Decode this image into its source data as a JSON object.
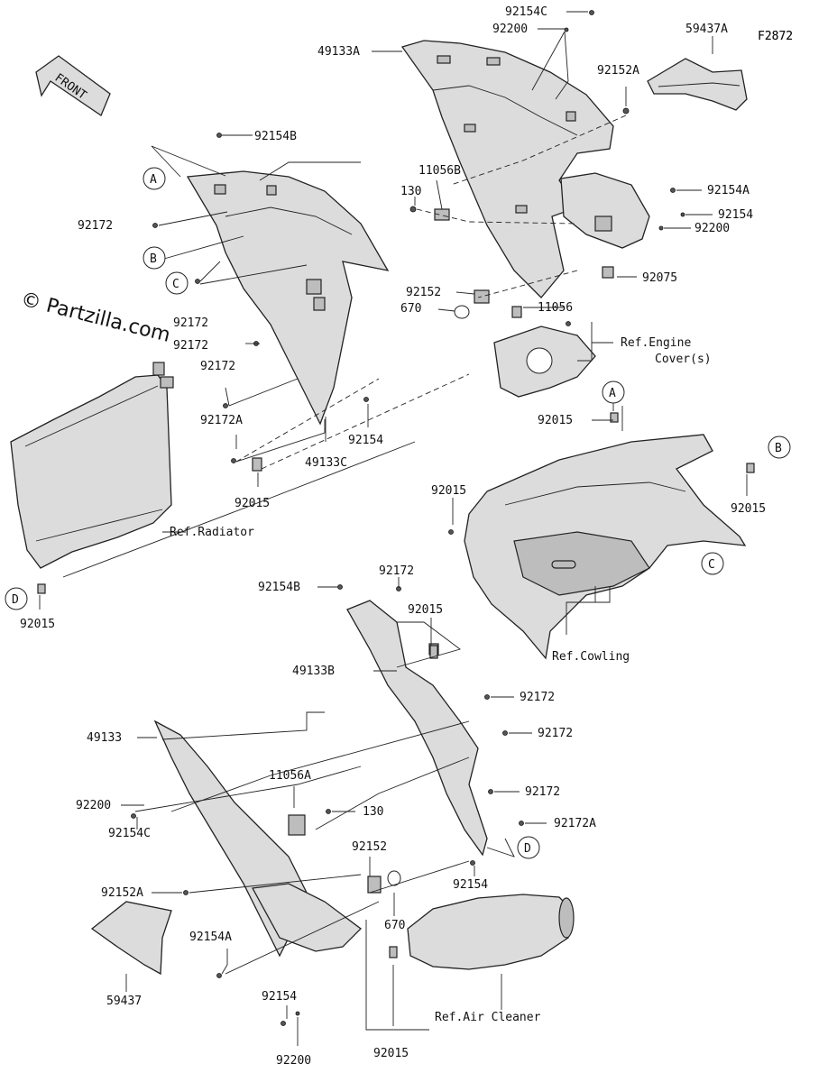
{
  "figure_code": "F2872",
  "watermark": "© Partzilla.com",
  "front_label": "FRONT",
  "labels": {
    "l_92154C_top": "92154C",
    "l_92200_top": "92200",
    "l_49133A": "49133A",
    "l_59437A": "59437A",
    "l_92152A_top": "92152A",
    "l_92154B_top": "92154B",
    "l_92172_a": "92172",
    "l_11056B": "11056B",
    "l_130_top": "130",
    "l_92154A_top": "92154A",
    "l_92154_right": "92154",
    "l_92200_right": "92200",
    "l_92075": "92075",
    "l_92152_mid": "92152",
    "l_670_mid": "670",
    "l_11056": "11056",
    "l_92172_b": "92172",
    "l_92172_c": "92172",
    "l_ref_engine_1": "Ref.Engine",
    "l_ref_engine_2": "Cover(s)",
    "l_92172_d": "92172",
    "l_92172A_left": "92172A",
    "l_92154_mid": "92154",
    "l_49133C": "49133C",
    "l_92015_a": "92015",
    "l_92015_b": "92015",
    "l_92015_right": "92015",
    "l_92015_c": "92015",
    "l_ref_radiator": "Ref.Radiator",
    "l_92172_e": "92172",
    "l_92154B_mid": "92154B",
    "l_92015_d": "92015",
    "l_92015_left": "92015",
    "l_ref_cowling": "Ref.Cowling",
    "l_49133B": "49133B",
    "l_92172_f": "92172",
    "l_49133": "49133",
    "l_92172_g": "92172",
    "l_11056A": "11056A",
    "l_92172_h": "92172",
    "l_92200_left": "92200",
    "l_130_bottom": "130",
    "l_92172A_bottom": "92172A",
    "l_92154C_bottom": "92154C",
    "l_92152_bottom": "92152",
    "l_92152A_bottom": "92152A",
    "l_670_bottom": "670",
    "l_92154_bottom_right": "92154",
    "l_92154A_bottom": "92154A",
    "l_59437": "59437",
    "l_92154_bottom": "92154",
    "l_92015_bottom": "92015",
    "l_ref_air_cleaner": "Ref.Air Cleaner",
    "l_92200_bottom": "92200"
  },
  "callouts": {
    "A": "A",
    "B": "B",
    "C": "C",
    "D": "D"
  }
}
